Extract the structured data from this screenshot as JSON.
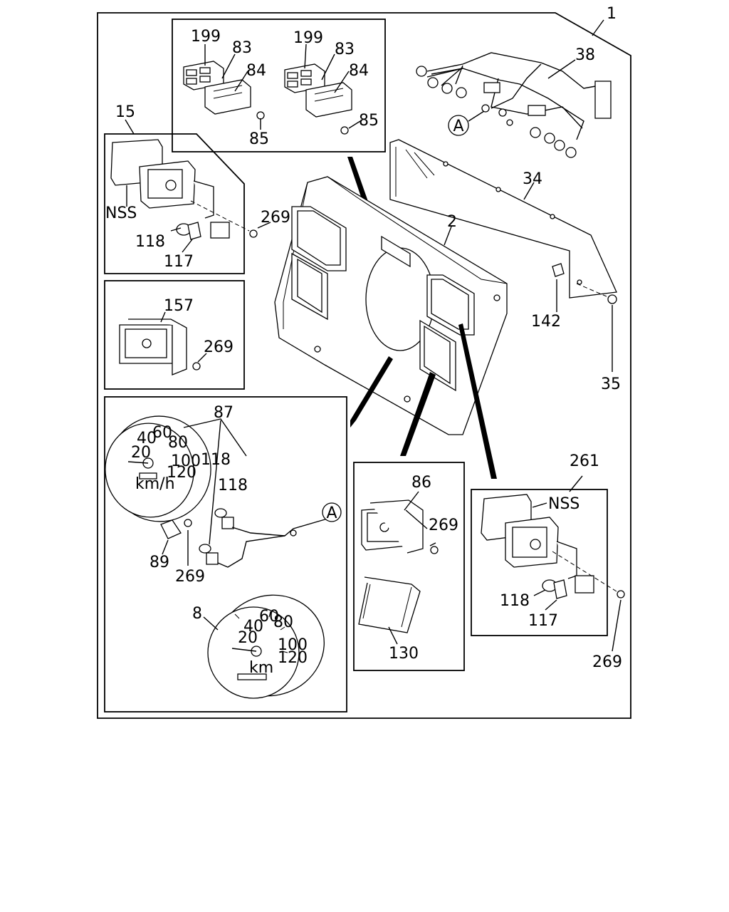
{
  "labels": {
    "l1": "1",
    "l38": "38",
    "l34": "34",
    "l2": "2",
    "l142": "142",
    "l35": "35",
    "l199a": "199",
    "l83a": "83",
    "l84a": "84",
    "l85a": "85",
    "l199b": "199",
    "l83b": "83",
    "l84b": "84",
    "l85b": "85",
    "l15": "15",
    "lNSSa": "NSS",
    "l269a": "269",
    "l118a": "118",
    "l117a": "117",
    "l157": "157",
    "l269b": "269",
    "l87": "87",
    "l118b": "118",
    "l118c": "118",
    "l89": "89",
    "l269c": "269",
    "l8": "8",
    "l86": "86",
    "l269d": "269",
    "l130": "130",
    "l261": "261",
    "lNSSb": "NSS",
    "l118d": "118",
    "l117b": "117",
    "l269e": "269"
  },
  "connector_marks": {
    "a1": "A",
    "a2": "A"
  },
  "gauge_text": {
    "g87_20": "20",
    "g87_40": "40",
    "g87_60": "60",
    "g87_80": "80",
    "g87_100": "100",
    "g87_120": "120",
    "g87_unit": "km/h",
    "g8_20": "20",
    "g8_40": "40",
    "g8_60": "60",
    "g8_80": "80",
    "g8_100": "100",
    "g8_120": "120",
    "g8_unit": "km"
  }
}
